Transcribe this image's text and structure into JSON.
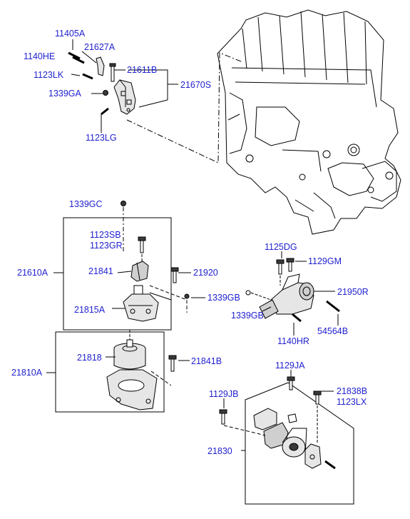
{
  "colors": {
    "label": "#1f1fcf",
    "line": "#000000",
    "part_fill": "#e6e6e6",
    "part_dark": "#3a3a3a"
  },
  "labels": {
    "p11405A": "11405A",
    "p21627A": "21627A",
    "p1140HE": "1140HE",
    "p21611B": "21611B",
    "p1123LK": "1123LK",
    "p21670S": "21670S",
    "p1339GA": "1339GA",
    "p1123LG": "1123LG",
    "p1339GC": "1339GC",
    "p1123SB": "1123SB",
    "p1123GR": "1123GR",
    "p21610A": "21610A",
    "p21841": "21841",
    "p21920": "21920",
    "p1339GB_a": "1339GB",
    "p21815A": "21815A",
    "p1125DG": "1125DG",
    "p1129GM": "1129GM",
    "p21950R": "21950R",
    "p1339GB_b": "1339GB",
    "p54564B": "54564B",
    "p1140HR": "1140HR",
    "p21810A": "21810A",
    "p21818": "21818",
    "p21841B": "21841B",
    "p1129JA": "1129JA",
    "p1129JB": "1129JB",
    "p21838B": "21838B",
    "p1123LX": "1123LX",
    "p21830": "21830"
  }
}
